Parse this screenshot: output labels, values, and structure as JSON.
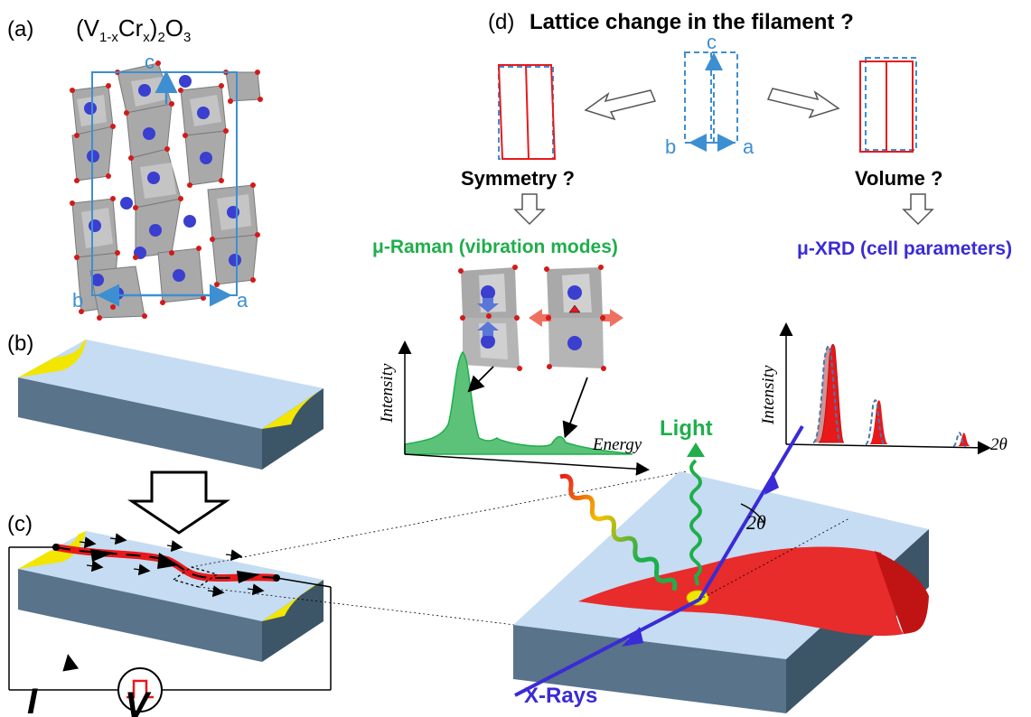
{
  "panels": {
    "a": "(a)",
    "b": "(b)",
    "c": "(c)",
    "d": "(d)"
  },
  "formula": {
    "open": "(V",
    "sub1": "1-x",
    "cr": "Cr",
    "sub2": "x",
    "close": ")",
    "sub3": "2",
    "o": "O",
    "sub4": "3"
  },
  "title": "Lattice change in the filament ?",
  "axes_crystal": {
    "c": "c",
    "a": "a",
    "b": "b"
  },
  "symmetry_label": "Symmetry ?",
  "volume_label": "Volume ?",
  "raman_label": "μ-Raman (vibration modes)",
  "xrd_label": "μ-XRD (cell parameters)",
  "raman_plot": {
    "ylabel": "Intensity",
    "xlabel": "Energy"
  },
  "xrd_plot": {
    "ylabel": "Intensity",
    "xlabel": "2θ"
  },
  "light_label": "Light",
  "xray_label": "X-Rays",
  "two_theta": "2θ",
  "circuit": {
    "current": "I",
    "voltage": "V"
  },
  "colors": {
    "raman": "#1fae4b",
    "xrd": "#3a2bd6",
    "crystal_axes": "#3d8fd1",
    "filament": "#e8191b",
    "electrode": "#f2e600",
    "slab_top": "#c5dcf2",
    "slab_side": "#4f6a80"
  }
}
